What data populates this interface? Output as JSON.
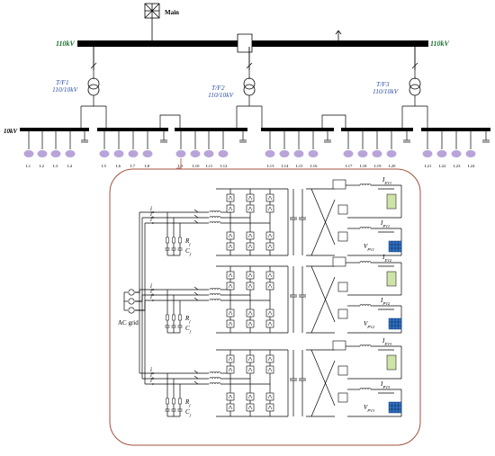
{
  "main_grid_label": "Main",
  "hv_voltage_left": "110kV",
  "hv_voltage_right": "110kV",
  "mv_voltage_label": "10kV",
  "transformers": [
    {
      "name": "T/F1",
      "ratio": "110/10kV"
    },
    {
      "name": "T/F2",
      "ratio": "110/10kV"
    },
    {
      "name": "T/F3",
      "ratio": "110/10kV"
    }
  ],
  "loads": [
    "L1",
    "L2",
    "L3",
    "L4",
    "L5",
    "L6",
    "L7",
    "L8",
    "L9",
    "L10",
    "L11",
    "L12",
    "L13",
    "L14",
    "L15",
    "L16",
    "L17",
    "L18",
    "L19",
    "L20",
    "L21",
    "L22",
    "L23",
    "L24"
  ],
  "detail": {
    "ac_grid_label": "AC grid",
    "ev_labels": [
      "I_EV1",
      "I_EV2",
      "I_EV3"
    ],
    "pv_current_labels": [
      "I_PV1",
      "I_PV2",
      "I_PV3"
    ],
    "pv_voltage_labels": [
      "V_PV1",
      "V_PV2",
      "V_PV3"
    ],
    "filter_r_label": "R_f",
    "filter_c_label": "C_f",
    "phase_current_labels": [
      "i_a",
      "i_b",
      "i_c"
    ]
  },
  "colors": {
    "hv_label": "#1f6f2f",
    "transformer_label": "#2f4fa8",
    "load": "#b8a4d9",
    "detail_border": "#a0503c",
    "pv_panel": "#2e6fc4",
    "battery": "#cfe3a8"
  }
}
